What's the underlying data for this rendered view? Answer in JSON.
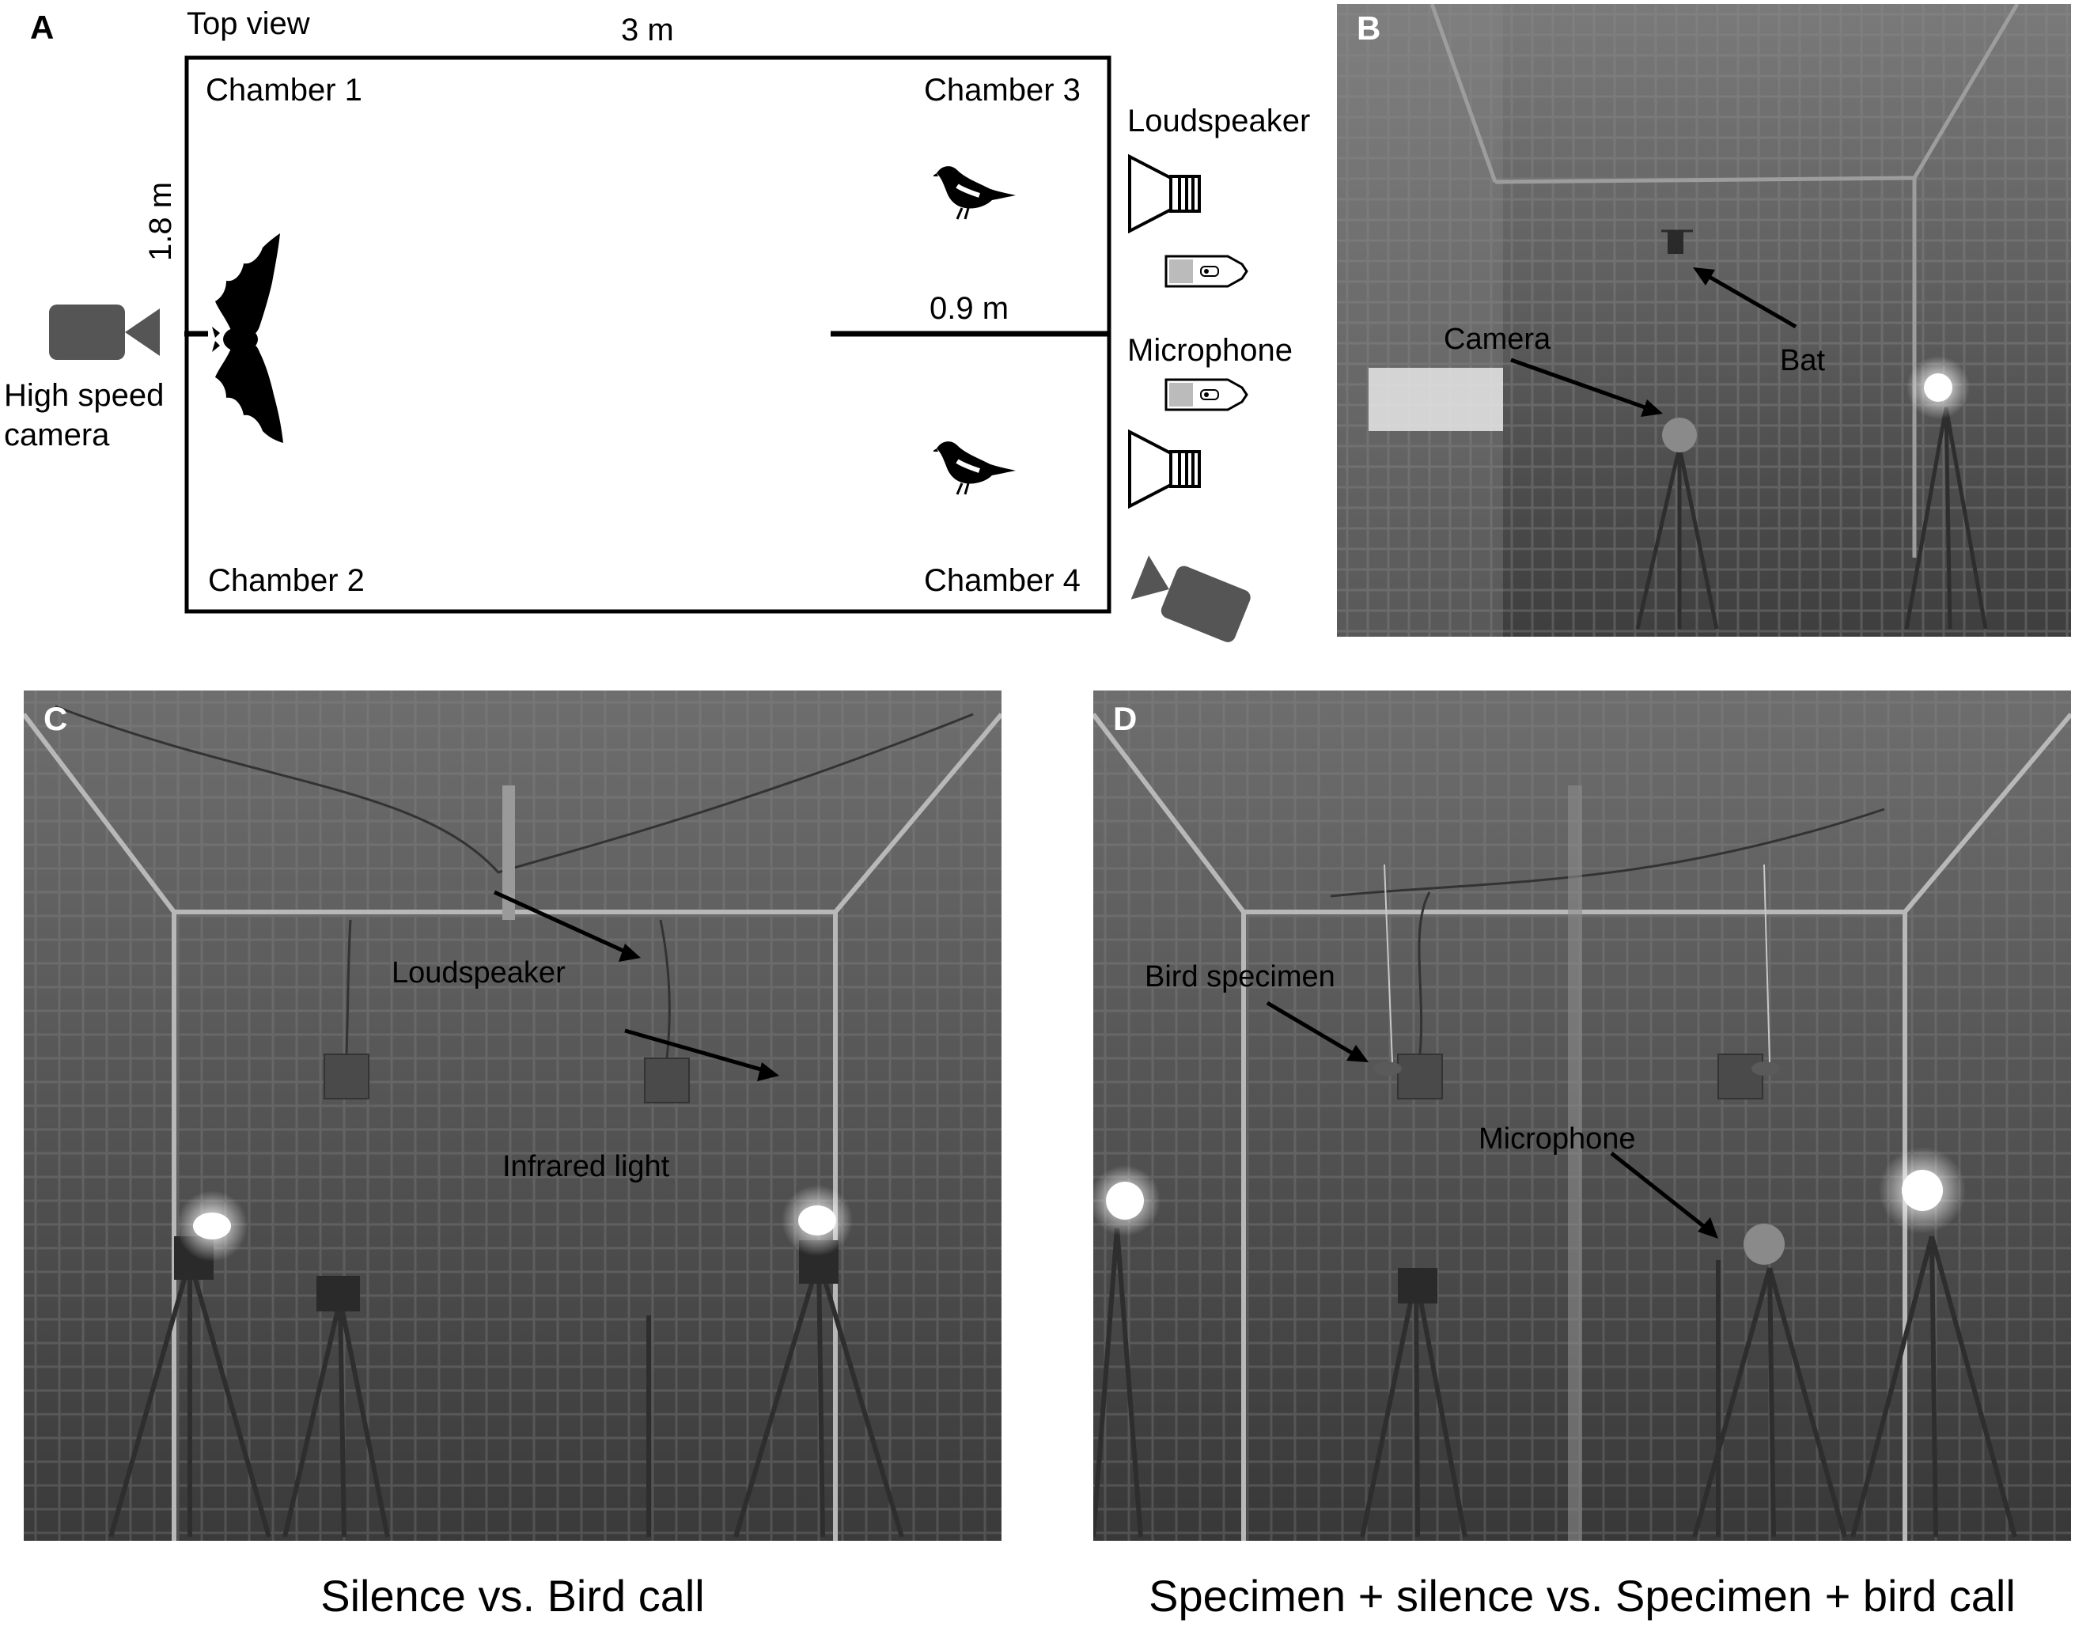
{
  "panels": {
    "a": {
      "letter": "A",
      "view_title": "Top view",
      "width_label": "3 m",
      "height_label": "1.8 m",
      "divider_label": "0.9 m",
      "chambers": [
        "Chamber 1",
        "Chamber 2",
        "Chamber 3",
        "Chamber 4"
      ],
      "loudspeaker_label": "Loudspeaker",
      "microphone_label": "Microphone",
      "camera_label_line1": "High speed",
      "camera_label_line2": "camera"
    },
    "b": {
      "letter": "B",
      "labels": {
        "camera": "Camera",
        "bat": "Bat"
      }
    },
    "c": {
      "letter": "C",
      "labels": {
        "loudspeaker": "Loudspeaker",
        "infrared_light": "Infrared light"
      }
    },
    "d": {
      "letter": "D",
      "labels": {
        "bird_specimen": "Bird specimen",
        "microphone": "Microphone"
      }
    }
  },
  "captions": {
    "left": "Silence vs. Bird call",
    "right": "Specimen + silence vs. Specimen + bird call"
  },
  "colors": {
    "camera_icon": "#555555",
    "photo_background": "#5e5e5e",
    "photo_frame": "#cfcfcf"
  },
  "icons": [
    "video-camera-icon",
    "bat-silhouette-icon",
    "bird-silhouette-icon",
    "loudspeaker-icon",
    "microphone-icon"
  ]
}
